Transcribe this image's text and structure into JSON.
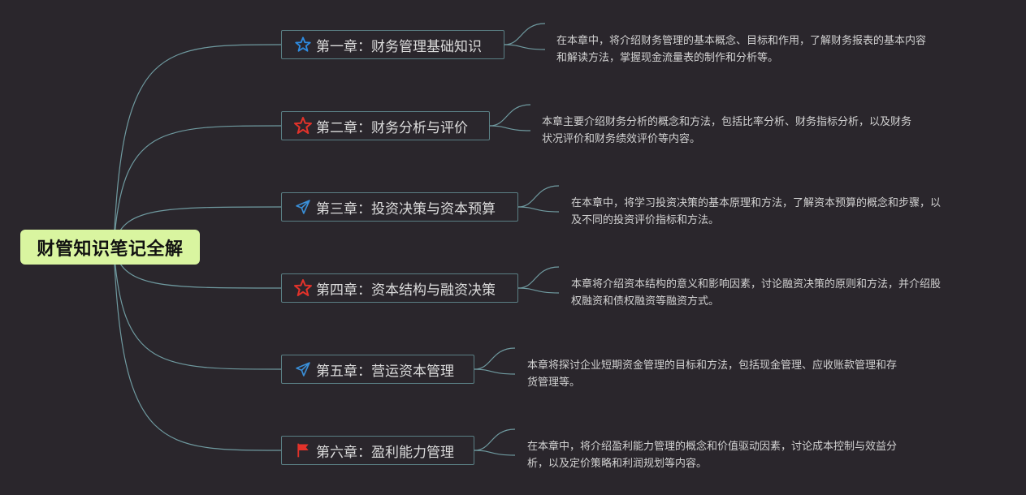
{
  "root": {
    "title": "财管知识笔记全解",
    "color": "#d9f5a0"
  },
  "colors": {
    "background": "#2a262c",
    "link": "#6f9aa0",
    "node_border": "#5a7f84",
    "star_blue": "#2e8be0",
    "star_red": "#e2322a",
    "plane_blue": "#3a8fd8",
    "flag_red": "#e2322a"
  },
  "chapters": [
    {
      "icon": "star-outline-blue-icon",
      "label": "第一章：财务管理基础知识",
      "description": "在本章中，将介绍财务管理的基本概念、目标和作用，了解财务报表的基本内容\n和解读方法，掌握现金流量表的制作和分析等。"
    },
    {
      "icon": "star-outline-red-icon",
      "label": "第二章：财务分析与评价",
      "description": "本章主要介绍财务分析的概念和方法，包括比率分析、财务指标分析，以及财务\n状况评价和财务绩效评价等内容。"
    },
    {
      "icon": "paper-plane-icon",
      "label": "第三章：投资决策与资本预算",
      "description": "在本章中，将学习投资决策的基本原理和方法，了解资本预算的概念和步骤，以\n及不同的投资评价指标和方法。"
    },
    {
      "icon": "star-outline-red-icon",
      "label": "第四章：资本结构与融资决策",
      "description": "本章将介绍资本结构的意义和影响因素，讨论融资决策的原则和方法，并介绍股\n权融资和债权融资等融资方式。"
    },
    {
      "icon": "paper-plane-icon",
      "label": "第五章：营运资本管理",
      "description": "本章将探讨企业短期资金管理的目标和方法，包括现金管理、应收账款管理和存\n货管理等。"
    },
    {
      "icon": "red-flag-icon",
      "label": "第六章：盈利能力管理",
      "description": "在本章中，将介绍盈利能力管理的概念和价值驱动因素，讨论成本控制与效益分\n析，以及定价策略和利润规划等内容。"
    }
  ]
}
